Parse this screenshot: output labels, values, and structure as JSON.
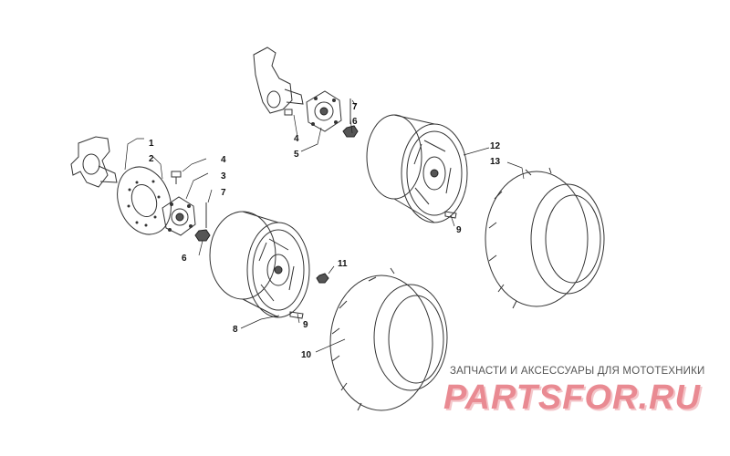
{
  "callouts": [
    "1",
    "2",
    "3",
    "4",
    "5",
    "6",
    "6",
    "7",
    "7",
    "8",
    "9",
    "9",
    "10",
    "11",
    "12",
    "13"
  ],
  "watermark": {
    "tagline": "ЗАПЧАСТИ И АКСЕССУАРЫ ДЛЯ МОТОТЕХНИКИ",
    "brand": "PARTSFOR.RU",
    "color": "#e98a92"
  }
}
